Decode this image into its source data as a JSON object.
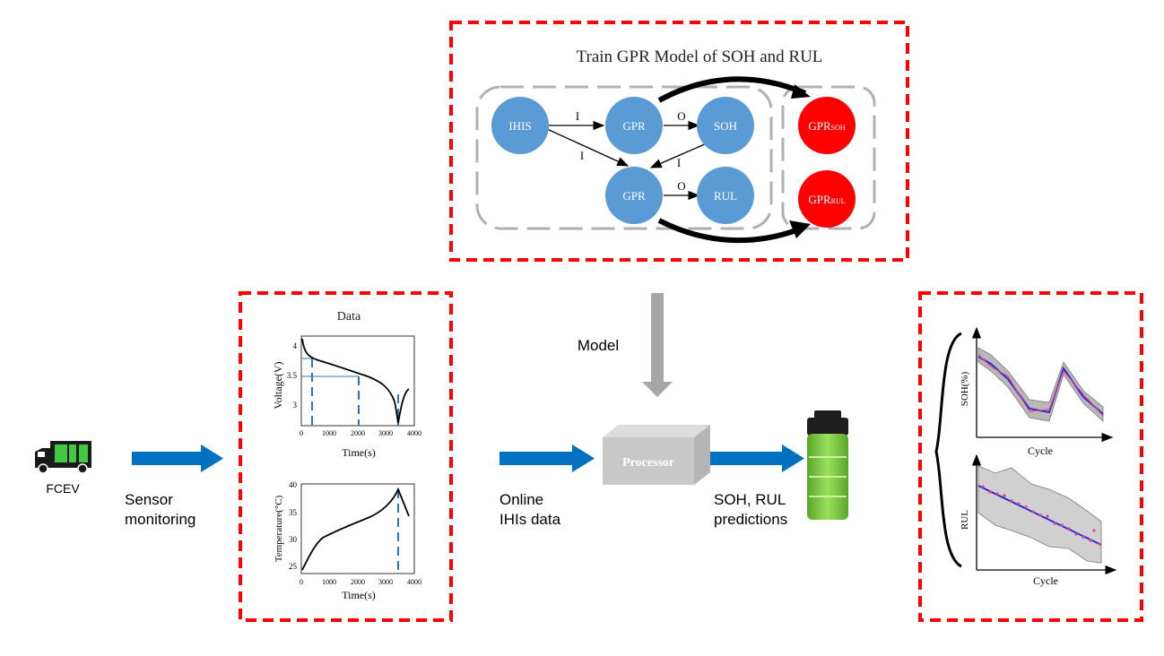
{
  "gpr_panel": {
    "title": "Train GPR Model of SOH and RUL",
    "nodes": {
      "ihis": "IHIS",
      "gpr_top": "GPR",
      "soh": "SOH",
      "gpr_bottom": "GPR",
      "rul": "RUL",
      "gpr_soh_main": "GPR",
      "gpr_soh_sub": "SOH",
      "gpr_rul_main": "GPR",
      "gpr_rul_sub": "RUL"
    },
    "edge_labels": {
      "ihis_to_gpr": "I",
      "ihis_to_gpr_bottom": "I",
      "gpr_to_soh": "O",
      "soh_to_gpr_bottom": "I",
      "gpr_to_rul": "O"
    },
    "colors": {
      "node": "#5b9bd5",
      "model_node": "#ff0000"
    }
  },
  "flow": {
    "vehicle_label": "FCEV",
    "sensor_label_line1": "Sensor",
    "sensor_label_line2": "monitoring",
    "model_label": "Model",
    "processor_label": "Processor",
    "online_label_line1": "Online",
    "online_label_line2": "IHIs data",
    "predictions_label_line1": "SOH, RUL",
    "predictions_label_line2": "predictions",
    "colors": {
      "arrow": "#0070c0",
      "model_arrow": "#a6a6a6",
      "frame": "#ff0000",
      "battery": "#7ac943"
    }
  },
  "data_panel": {
    "title": "Data",
    "voltage_plot": {
      "ylabel": "Voltage(V)",
      "xlabel": "Time(s)",
      "yticks": [
        "4",
        "3.5",
        "3"
      ],
      "xticks": [
        "0",
        "1000",
        "2000",
        "3000",
        "4000"
      ]
    },
    "temperature_plot": {
      "ylabel": "Temperature(°C)",
      "xlabel": "Time(s)",
      "yticks": [
        "40",
        "35",
        "30",
        "25"
      ],
      "xticks": [
        "0",
        "1000",
        "2000",
        "3000",
        "4000"
      ]
    }
  },
  "prediction_panel": {
    "soh_plot": {
      "ylabel": "SOH(%)",
      "xlabel": "Cycle"
    },
    "rul_plot": {
      "ylabel": "RUL",
      "xlabel": "Cycle"
    }
  }
}
